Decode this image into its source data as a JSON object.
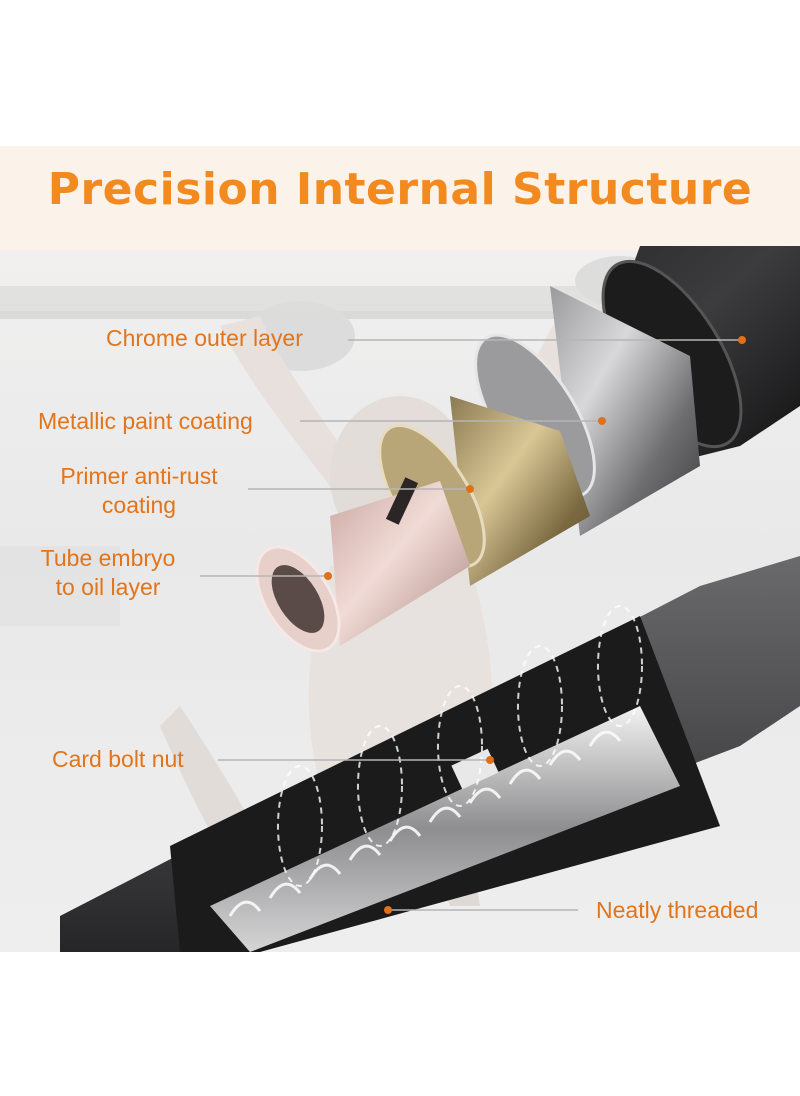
{
  "title": "Precision Internal Structure",
  "labels": {
    "chrome": "Chrome outer layer",
    "metallic": "Metallic paint coating",
    "primer_line1": "Primer anti-rust",
    "primer_line2": "coating",
    "tube_line1": "Tube embryo",
    "tube_line2": "to oil layer",
    "card_bolt": "Card bolt nut",
    "threaded": "Neatly threaded"
  },
  "colors": {
    "title": "#f28a1f",
    "label": "#e2751b",
    "header_band": "#fbf3ea"
  }
}
